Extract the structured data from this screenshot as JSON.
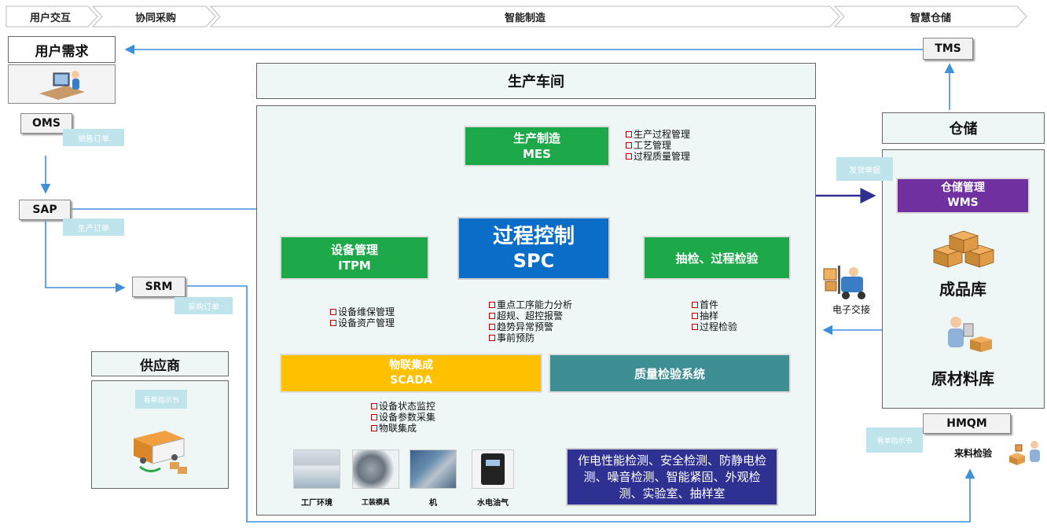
{
  "phases": [
    "用户交互",
    "协同采购",
    "智能制造",
    "智慧仓储"
  ],
  "left": {
    "user_demand": "用户需求",
    "oms": "OMS",
    "sales_order": "销售订单",
    "sap": "SAP",
    "production_order": "生产订单",
    "srm": "SRM",
    "purchase_order": "采购订单",
    "supplier": "供应商",
    "kanban_doc": "看单指示书"
  },
  "workshop": {
    "title": "生产车间",
    "mes": {
      "name": "生产制造",
      "code": "MES",
      "features": [
        "生产过程管理",
        "工艺管理",
        "过程质量管理"
      ]
    },
    "itpm": {
      "name": "设备管理",
      "code": "ITPM",
      "features": [
        "设备维保管理",
        "设备资产管理"
      ]
    },
    "spc": {
      "name": "过程控制",
      "code": "SPC",
      "features": [
        "重点工序能力分析",
        "超规、超控报警",
        "趋势异常预警",
        "事前预防"
      ]
    },
    "inspection": {
      "name": "抽检、过程检验",
      "features": [
        "首件",
        "抽样",
        "过程检验"
      ]
    },
    "scada": {
      "name": "物联集成",
      "code": "SCADA",
      "features": [
        "设备状态监控",
        "设备参数采集",
        "物联集成"
      ]
    },
    "qis": {
      "name": "质量检验系统"
    },
    "tests": "作电性能检测、安全检测、防静电检测、噪音检测、智能紧固、外观检测、实验室、抽样室",
    "photos": [
      "工厂环境",
      "工装模具",
      "机",
      "水电油气"
    ]
  },
  "right": {
    "tms": "TMS",
    "storage": "仓储",
    "delivery_doc": "发货单据",
    "wms": {
      "name": "仓储管理",
      "code": "WMS"
    },
    "finished": "成品库",
    "raw": "原材料库",
    "handover": "电子交接",
    "hmqm": "HMQM",
    "kanban_doc": "看单指示书",
    "incoming": "来料检验"
  },
  "colors": {
    "green": "#1da84a",
    "blue": "#0a6ec8",
    "yellow": "#ffc000",
    "teal": "#3d8f94",
    "purple": "#7030a0",
    "navy": "#2e3192",
    "arrow_blue": "#3d8fd8",
    "arrow_light": "#a8dce0",
    "arrow_dark": "#1060b8"
  }
}
